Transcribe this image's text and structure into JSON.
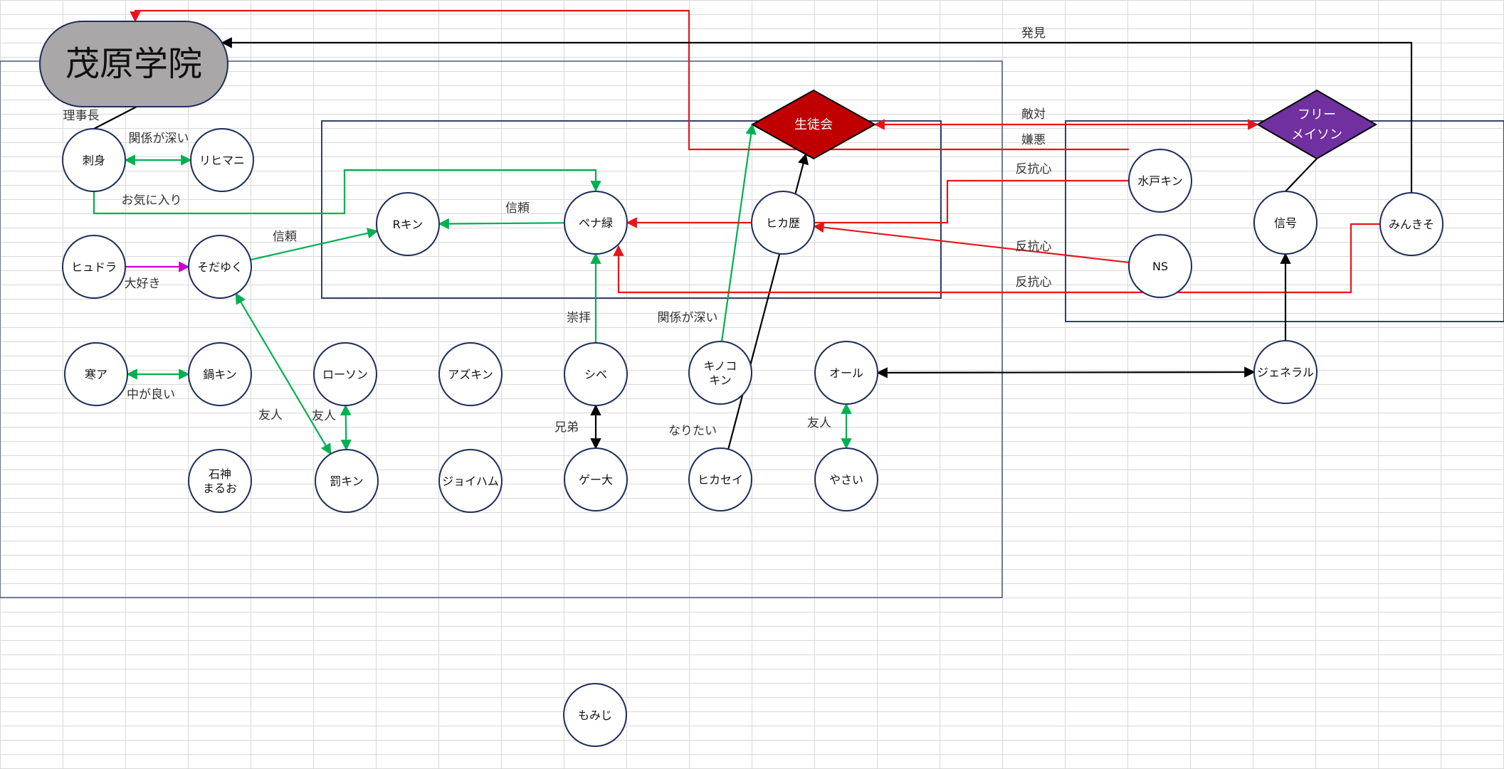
{
  "title": "茂原学院",
  "colors": {
    "red": "#e8141b",
    "green": "#00b050",
    "magenta": "#cc00cc",
    "black": "#000000",
    "navy": "#1f2d5c",
    "node_fill": "#ffffff",
    "title_fill": "#a9a7a8",
    "council_fill": "#c00000",
    "freemason_fill": "#7030a0"
  },
  "nodes": [
    {
      "id": "sashimi",
      "label": "刺身"
    },
    {
      "id": "rihimani",
      "label": "リヒマニ"
    },
    {
      "id": "hyudora",
      "label": "ヒュドラ"
    },
    {
      "id": "sodayuku",
      "label": "そだゆく"
    },
    {
      "id": "kana",
      "label": "寒ア"
    },
    {
      "id": "nabekin",
      "label": "鍋キン"
    },
    {
      "id": "ishigami",
      "label": [
        "石神",
        "まるお"
      ]
    },
    {
      "id": "lawson",
      "label": "ローソン"
    },
    {
      "id": "batsukin",
      "label": "罰キン"
    },
    {
      "id": "azukin",
      "label": "アズキン"
    },
    {
      "id": "joihamu",
      "label": "ジョイハム"
    },
    {
      "id": "rkin",
      "label": "Rキン"
    },
    {
      "id": "penaroku",
      "label": "ペナ緑"
    },
    {
      "id": "shibe",
      "label": "シベ"
    },
    {
      "id": "gedai",
      "label": "ゲー大"
    },
    {
      "id": "hikareki",
      "label": "ヒカ歴"
    },
    {
      "id": "kinoko",
      "label": [
        "キノコ",
        "キン"
      ]
    },
    {
      "id": "hikasei",
      "label": "ヒカセイ"
    },
    {
      "id": "oru",
      "label": "オール"
    },
    {
      "id": "yasai",
      "label": "やさい"
    },
    {
      "id": "momiji",
      "label": "もみじ"
    },
    {
      "id": "mitokin",
      "label": "水戸キン"
    },
    {
      "id": "ns",
      "label": "NS"
    },
    {
      "id": "shingo",
      "label": "信号"
    },
    {
      "id": "minkiso",
      "label": "みんきそ"
    },
    {
      "id": "general",
      "label": "ジェネラル"
    }
  ],
  "diamonds": [
    {
      "id": "council",
      "label": [
        "生徒会"
      ]
    },
    {
      "id": "freemason",
      "label": [
        "フリー",
        "メイソン"
      ]
    }
  ],
  "edge_labels": [
    {
      "id": "rijicho",
      "text": "理事長"
    },
    {
      "id": "kankei1",
      "text": "関係が深い"
    },
    {
      "id": "okiniiri",
      "text": "お気に入り"
    },
    {
      "id": "shinrai1",
      "text": "信頼"
    },
    {
      "id": "daisuki",
      "text": "大好き"
    },
    {
      "id": "nakagayoi",
      "text": "中が良い"
    },
    {
      "id": "yujin1",
      "text": "友人"
    },
    {
      "id": "yujin2",
      "text": "友人"
    },
    {
      "id": "shinrai2",
      "text": "信頼"
    },
    {
      "id": "suuhai",
      "text": "崇拝"
    },
    {
      "id": "kyodai",
      "text": "兄弟"
    },
    {
      "id": "kankei2",
      "text": "関係が深い"
    },
    {
      "id": "naritai",
      "text": "なりたい"
    },
    {
      "id": "yujin3",
      "text": "友人"
    },
    {
      "id": "hakken",
      "text": "発見"
    },
    {
      "id": "tekitai",
      "text": "敵対"
    },
    {
      "id": "keno",
      "text": "嫌悪"
    },
    {
      "id": "hankoushin1",
      "text": "反抗心"
    },
    {
      "id": "hankoushin2",
      "text": "反抗心"
    },
    {
      "id": "hankoushin3",
      "text": "反抗心"
    }
  ],
  "edges": [
    {
      "from": "sashimi",
      "to": "rihimani",
      "color": "green",
      "arrows": "both"
    },
    {
      "from": "hyudora",
      "to": "sodayuku",
      "color": "magenta",
      "arrows": "end"
    },
    {
      "from": "kana",
      "to": "nabekin",
      "color": "green",
      "arrows": "both"
    },
    {
      "from": "sodayuku",
      "to": "rkin",
      "color": "green",
      "arrows": "end"
    },
    {
      "from": "sodayuku",
      "to": "batsukin",
      "color": "green",
      "arrows": "both"
    },
    {
      "from": "lawson",
      "to": "batsukin",
      "color": "green",
      "arrows": "both"
    },
    {
      "from": "penaroku",
      "to": "rkin",
      "color": "green",
      "arrows": "end"
    },
    {
      "from": "sashimi",
      "to": "penaroku",
      "color": "green",
      "arrows": "end"
    },
    {
      "from": "shibe",
      "to": "penaroku",
      "color": "green",
      "arrows": "end"
    },
    {
      "from": "shibe",
      "to": "gedai",
      "color": "black",
      "arrows": "both"
    },
    {
      "from": "kinoko",
      "to": "council",
      "color": "green",
      "arrows": "end"
    },
    {
      "from": "hikasei",
      "to": "council",
      "color": "black",
      "arrows": "end"
    },
    {
      "from": "hikareki",
      "to": "penaroku",
      "color": "red",
      "arrows": "end"
    },
    {
      "from": "hikareki",
      "to": "mitokin",
      "color": "red",
      "arrows": "none"
    },
    {
      "from": "ns",
      "to": "hikareki",
      "color": "red",
      "arrows": "end"
    },
    {
      "from": "minkiso",
      "to": "penaroku",
      "color": "red",
      "arrows": "end"
    },
    {
      "from": "council",
      "to": "freemason",
      "color": "red",
      "arrows": "both"
    },
    {
      "from": "mitokin",
      "to": "title",
      "color": "red",
      "arrows": "end"
    },
    {
      "from": "minkiso",
      "to": "title",
      "color": "black",
      "arrows": "end"
    },
    {
      "from": "freemason",
      "to": "shingo",
      "color": "black",
      "arrows": "none"
    },
    {
      "from": "general",
      "to": "shingo",
      "color": "black",
      "arrows": "end"
    },
    {
      "from": "oru",
      "to": "general",
      "color": "black",
      "arrows": "both"
    },
    {
      "from": "oru",
      "to": "yasai",
      "color": "green",
      "arrows": "both"
    },
    {
      "from": "title",
      "to": "sashimi",
      "color": "black",
      "arrows": "none"
    }
  ]
}
